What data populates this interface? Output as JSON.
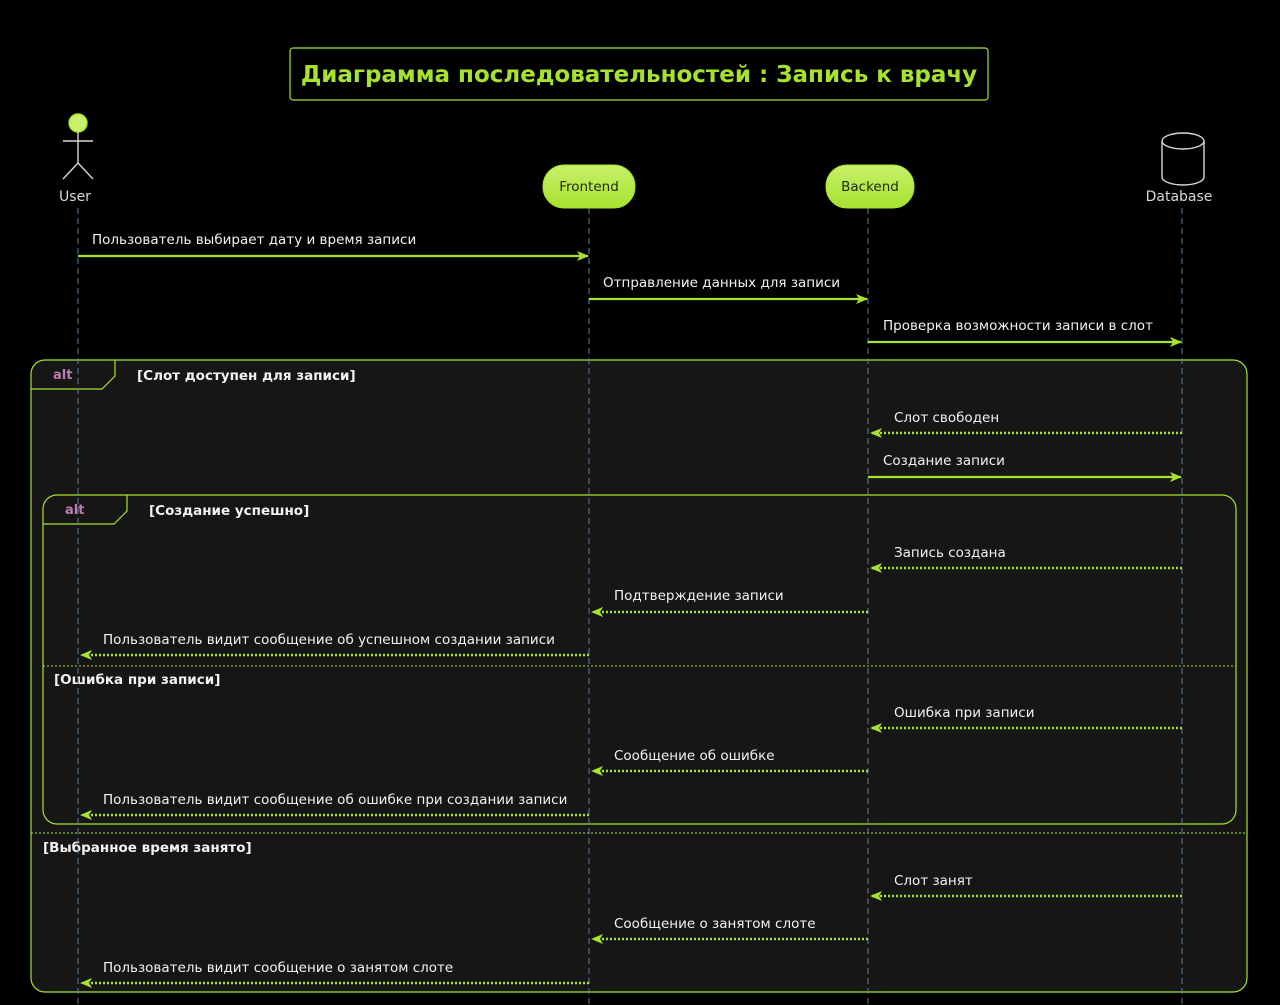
{
  "title": "Диаграмма последовательностей : Запись к врачу",
  "participants": {
    "user": {
      "label": "User",
      "kind": "actor"
    },
    "frontend": {
      "label": "Frontend",
      "kind": "participant"
    },
    "backend": {
      "label": "Backend",
      "kind": "participant"
    },
    "database": {
      "label": "Database",
      "kind": "database"
    }
  },
  "messages": [
    {
      "from": "user",
      "to": "frontend",
      "text": "Пользователь выбирает дату и время записи",
      "style": "sync"
    },
    {
      "from": "frontend",
      "to": "backend",
      "text": "Отправление данных для записи",
      "style": "sync"
    },
    {
      "from": "backend",
      "to": "database",
      "text": "Проверка возможности записи в слот",
      "style": "sync"
    },
    {
      "from": "database",
      "to": "backend",
      "text": "Слот свободен",
      "style": "return"
    },
    {
      "from": "backend",
      "to": "database",
      "text": "Создание записи",
      "style": "sync"
    },
    {
      "from": "database",
      "to": "backend",
      "text": "Запись создана",
      "style": "return"
    },
    {
      "from": "backend",
      "to": "frontend",
      "text": "Подтверждение записи",
      "style": "return"
    },
    {
      "from": "frontend",
      "to": "user",
      "text": "Пользователь видит сообщение об успешном создании записи",
      "style": "return"
    },
    {
      "from": "database",
      "to": "backend",
      "text": "Ошибка при записи",
      "style": "return"
    },
    {
      "from": "backend",
      "to": "frontend",
      "text": "Сообщение об ошибке",
      "style": "return"
    },
    {
      "from": "frontend",
      "to": "user",
      "text": "Пользователь видит сообщение об ошибке при создании записи",
      "style": "return"
    },
    {
      "from": "database",
      "to": "backend",
      "text": "Слот занят",
      "style": "return"
    },
    {
      "from": "backend",
      "to": "frontend",
      "text": "Сообщение о занятом слоте",
      "style": "return"
    },
    {
      "from": "frontend",
      "to": "user",
      "text": "Пользователь видит сообщение о занятом слоте",
      "style": "return"
    }
  ],
  "fragments": {
    "outer": {
      "keyword": "alt",
      "guard": "[Слот доступен для записи]",
      "else_guard": "[Выбранное время занято]"
    },
    "inner": {
      "keyword": "alt",
      "guard": "[Создание успешно]",
      "else_guard": "[Ошибка при записи]"
    }
  },
  "colors": {
    "background": "#000000",
    "accent": "#a6e22e",
    "lifeline": "#5a7fa0",
    "fragment_fill": "#161616",
    "text": "#f2f2f2",
    "keyword": "#b97fb0"
  }
}
